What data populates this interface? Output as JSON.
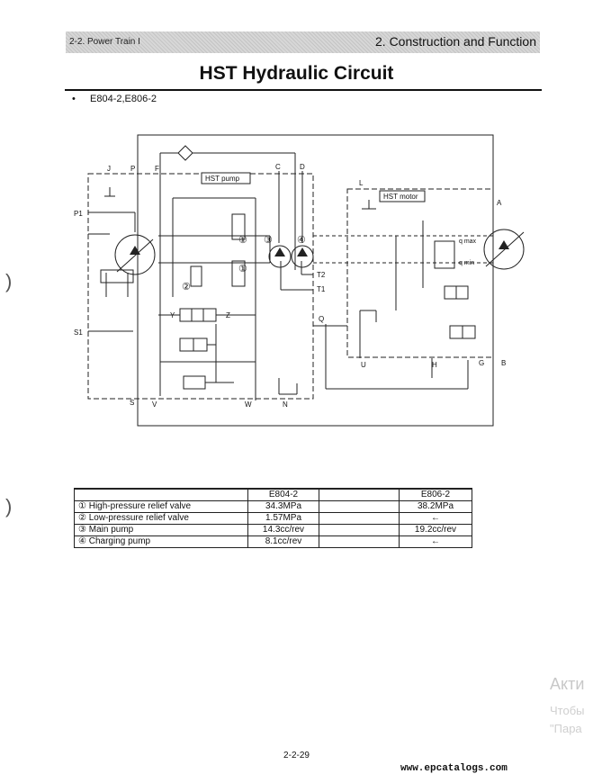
{
  "header": {
    "section": "2-2. Power Train I",
    "chapter": "2. Construction and Function"
  },
  "title": "HST Hydraulic Circuit",
  "models_line": "E804-2,E806-2",
  "diagram": {
    "pump_box_label": "HST pump",
    "motor_box_label": "HST motor",
    "ports": {
      "J": "J",
      "P": "P",
      "F": "F",
      "C": "C",
      "D": "D",
      "L": "L",
      "A": "A",
      "P1": "P1",
      "S1": "S1",
      "T2": "T2",
      "T1": "T1",
      "Q": "Q",
      "Y": "Y",
      "Z": "Z",
      "U": "U",
      "H": "H",
      "G": "G",
      "B": "B",
      "S": "S",
      "V": "V",
      "W": "W",
      "N": "N"
    },
    "markers": {
      "m1a": "①",
      "m1b": "①",
      "m2": "②",
      "m3": "③",
      "m4": "④"
    },
    "motor_labels": {
      "qmax": "q max",
      "qmin": "q min"
    }
  },
  "spec_table": {
    "headers": [
      "",
      "E804-2",
      "",
      "E806-2"
    ],
    "rows": [
      {
        "item": "① High-pressure relief valve",
        "e804": "34.3MPa",
        "blank": "",
        "e806": "38.2MPa"
      },
      {
        "item": "② Low-pressure relief valve",
        "e804": "1.57MPa",
        "blank": "",
        "e806": "←"
      },
      {
        "item": "③ Main pump",
        "e804": "14.3cc/rev",
        "blank": "",
        "e806": "19.2cc/rev"
      },
      {
        "item": "④ Charging pump",
        "e804": "8.1cc/rev",
        "blank": "",
        "e806": "←"
      }
    ]
  },
  "page_number": "2-2-29",
  "margin_marks": [
    ")",
    ")"
  ],
  "watermark": {
    "line1": "Акти",
    "line2": "Чтобы",
    "line3": "\"Пара"
  },
  "site": "www.epcatalogs.com"
}
